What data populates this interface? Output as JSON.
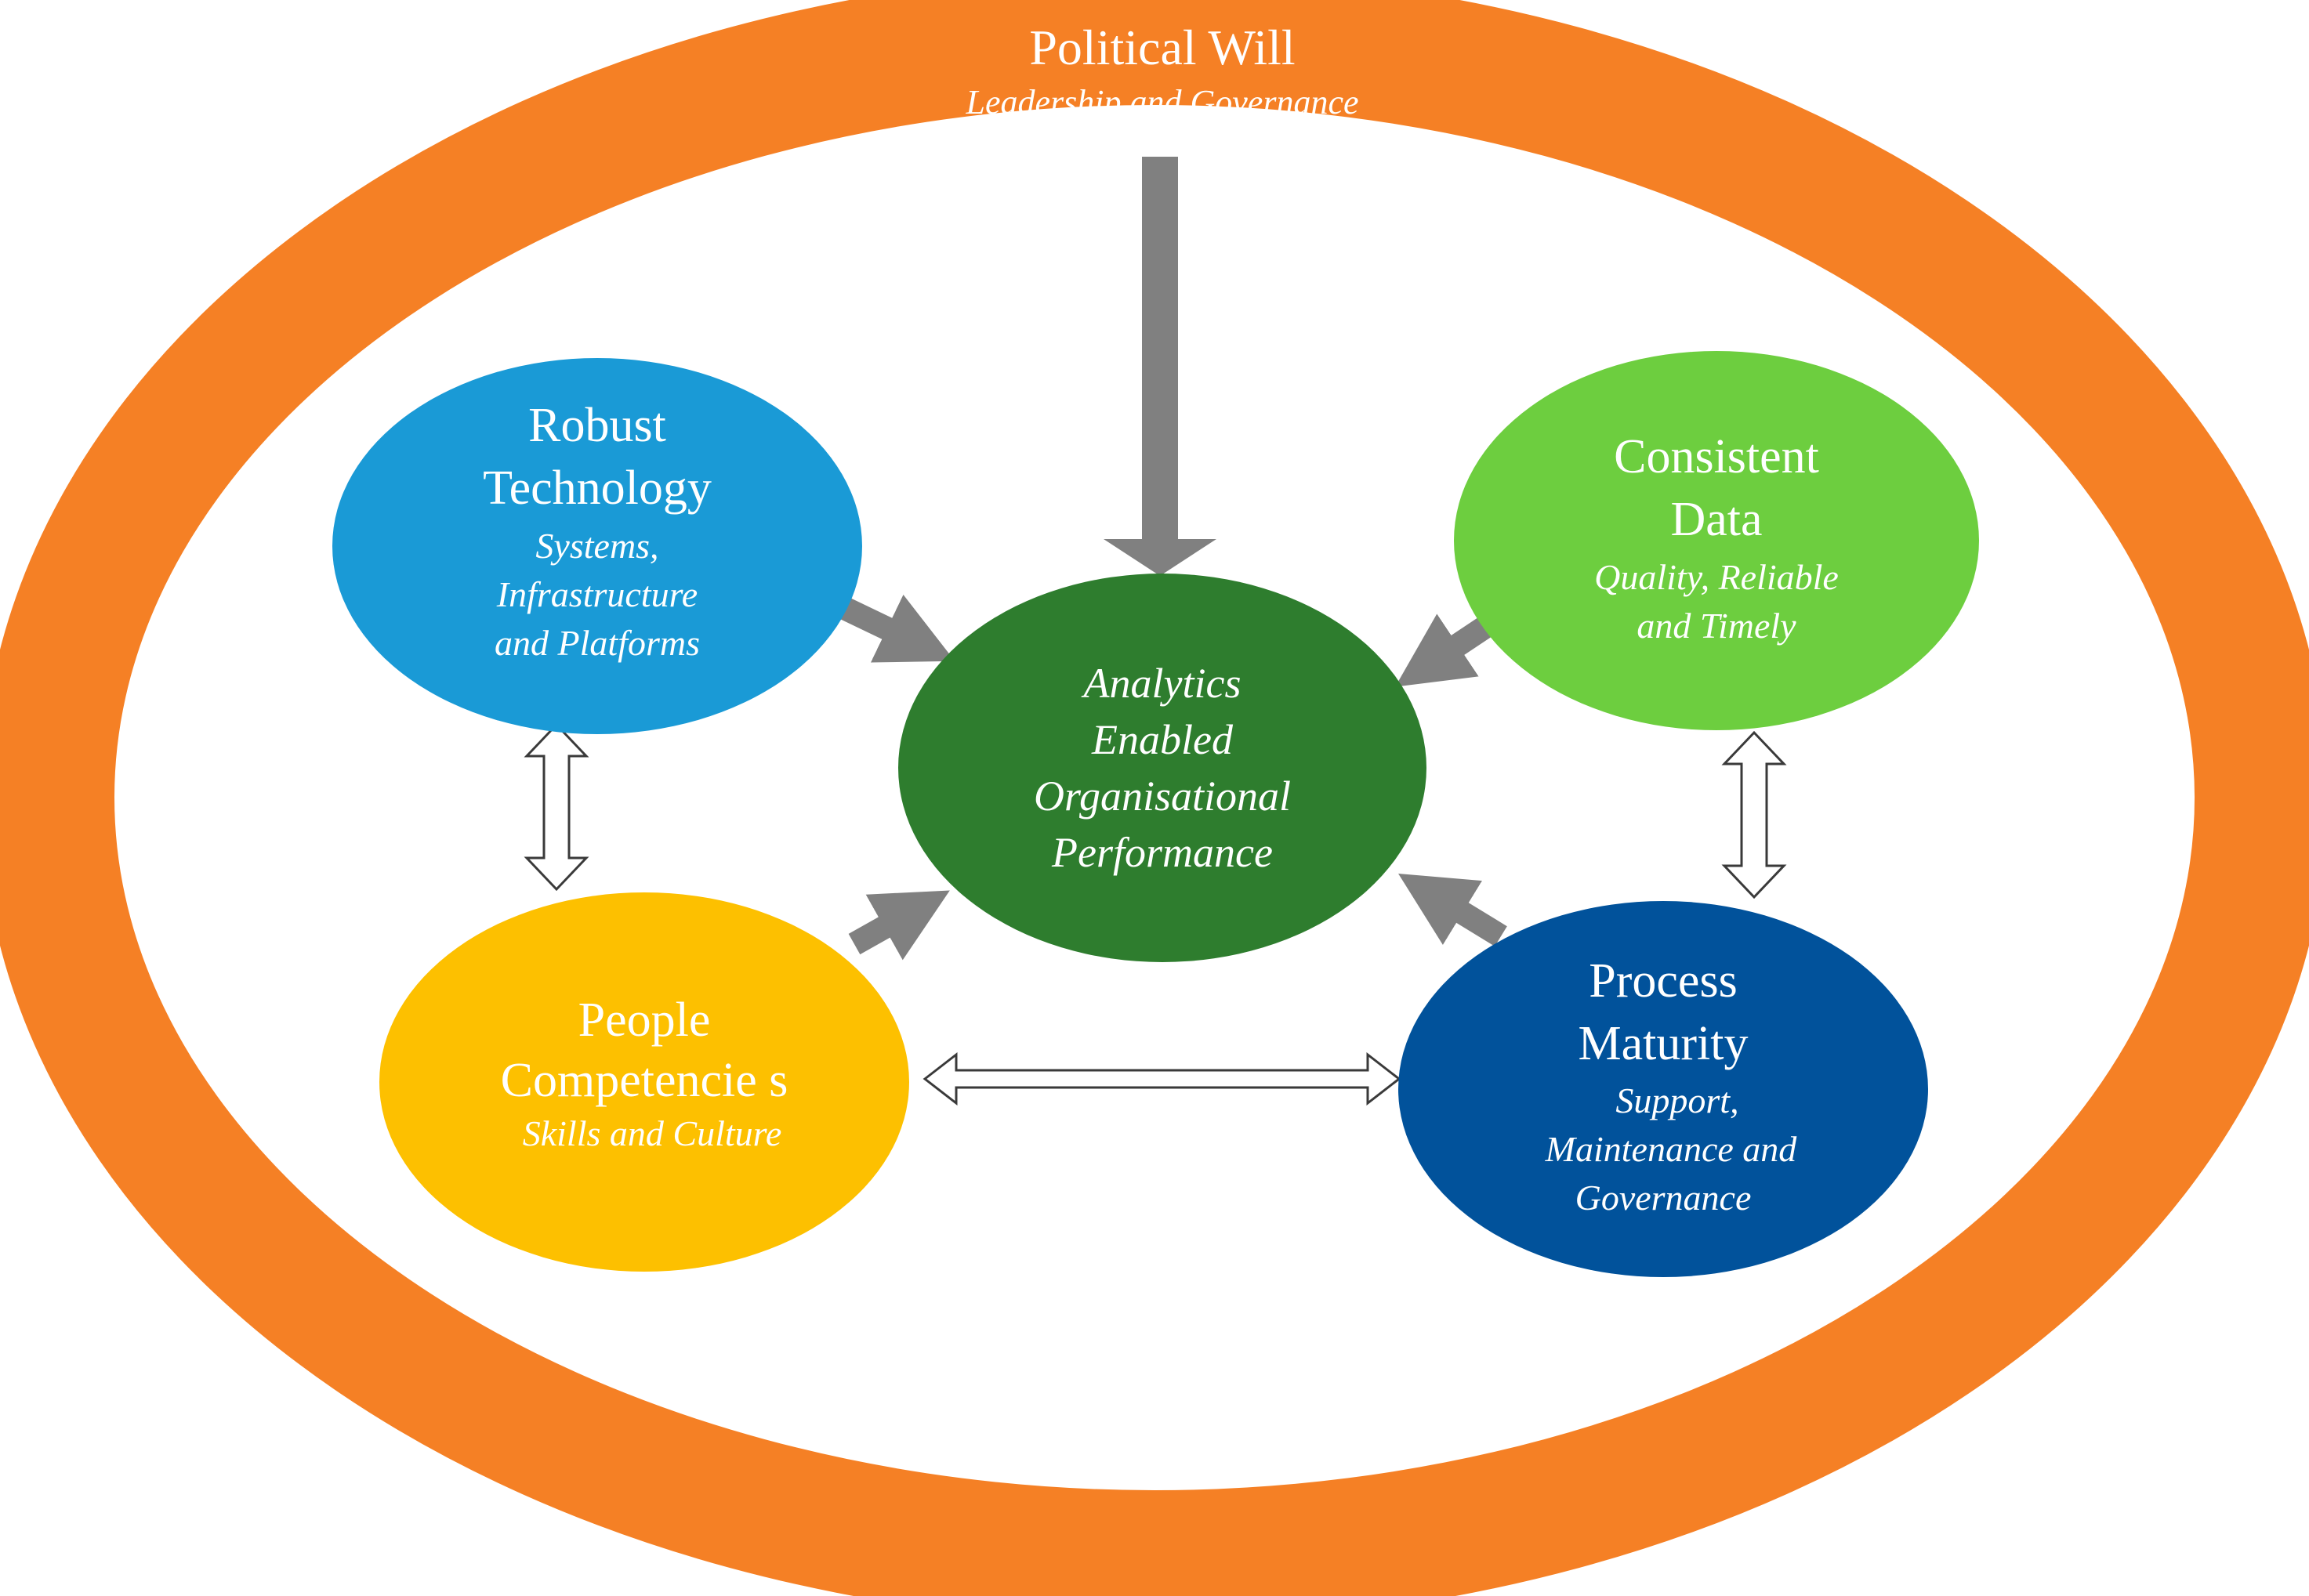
{
  "outer": {
    "title": "Political Will",
    "subtitle": "Leadership and Governance",
    "color": "#F58025"
  },
  "center": {
    "lines": [
      "Analytics",
      "Enabled",
      "Organisational",
      "Performance"
    ],
    "color": "#2E7D2E"
  },
  "nodes": {
    "technology": {
      "title_lines": [
        "Robust",
        "Technology"
      ],
      "sub_lines": [
        "Systems,",
        "Infrastructure",
        "and Platforms"
      ],
      "color": "#1A9AD6"
    },
    "data": {
      "title_lines": [
        "Consistent",
        "Data"
      ],
      "sub_lines": [
        "Quality, Reliable",
        "and Timely"
      ],
      "color": "#6DCE3F"
    },
    "people": {
      "title_lines": [
        "People",
        "Competencie s"
      ],
      "sub_lines": [
        "Skills and Culture"
      ],
      "color": "#FDC000"
    },
    "process": {
      "title_lines": [
        "Process",
        "Maturity"
      ],
      "sub_lines": [
        "Support,",
        "Maintenance and",
        "Governance"
      ],
      "color": "#01529B"
    }
  },
  "arrow_color": "#808080"
}
